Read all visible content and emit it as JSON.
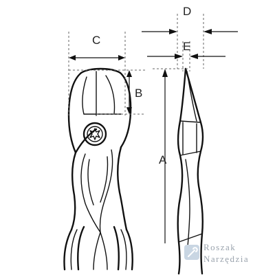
{
  "dimensions": {
    "A": "A",
    "B": "B",
    "C": "C",
    "D": "D",
    "E": "E"
  },
  "watermark": {
    "line1": "Roszak",
    "line2": "Narzędzia",
    "accent_color": "#9aa3ad"
  },
  "colors": {
    "ink": "#111111",
    "guide": "#666666",
    "background": "#ffffff"
  }
}
